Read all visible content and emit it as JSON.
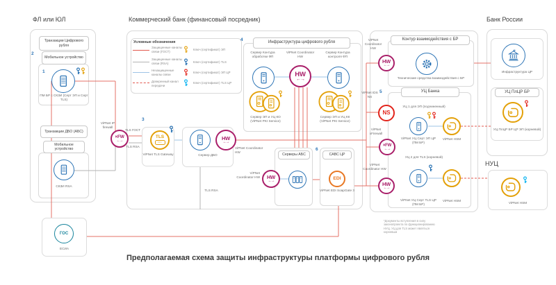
{
  "page_title": "Предполагаемая схема защиты инфраструктуры платформы цифрового рубля",
  "footnote": "*Документы вступления в силу законопроекта по функционированию НУЦ. УЦ для TLS может являться корневым",
  "client": {
    "label": "ФЛ или ЮЛ",
    "num_group1": "2",
    "num_device1": "1",
    "group1_title": "Транзакции Цифрового рубля",
    "group1_device": "Мобильное устройство",
    "group1_caption": "ПМ БР с СКЗИ (Серт ЭП и Серт TLS)",
    "group2_title": "Транзакции ДБО (АБС)",
    "group2_device": "Мобильное устройство",
    "group2_caption": "СКЗИ RSA",
    "gos_glyph": "ГОС",
    "esia_caption": "ЕСИА"
  },
  "bank": {
    "label": "Коммерческий банк (финансовый посредник)",
    "legend": {
      "title": "Условные обозначения",
      "lines": [
        {
          "label": "Защищенные каналы связи (ГОСТ)"
        },
        {
          "label": "Защищенные каналы связи (RSA)"
        },
        {
          "label": "Незащищенные каналы связи"
        },
        {
          "label": "Доверенный канал передачи"
        }
      ],
      "keys": [
        {
          "label": "Ключ (сертификат) ЭП"
        },
        {
          "label": "Ключ (сертификат) TLS"
        },
        {
          "label": "Ключ (сертификат) ЭП ЦР"
        },
        {
          "label": "Ключ (сертификат) TLS ЦР"
        }
      ]
    },
    "fw_label": "ViPNet IP firewall",
    "num_tls": "3",
    "tls_channel_top": "TLS ГОСТ",
    "tls_channel_bottom": "TLS RSA",
    "tls_caption": "ViPNet TLS Gateway",
    "dbo_caption": "Сервер ДБО",
    "dbo_hw_caption": "ViPNet Coordinator HW",
    "tls_rsa_tag": "TLS RSA",
    "infra": {
      "num": "4",
      "title": "Инфраструктура цифрового рубля",
      "server1": "Сервер Контура обработки ФП",
      "hw_label": "ViPNet Coordinator HW",
      "server2": "Сервер Контура контроля ФП",
      "pki1": "Сервер ЭП и УЦ КО (ViPNet PKI Service)",
      "pki2": "Сервер ЭП и УЦ КК (ViPNet PKI Service)"
    },
    "abs": {
      "title": "Серверы АБС",
      "hw_caption": "ViPNet Coordinator HW"
    },
    "savs": {
      "num": "6",
      "title": "САВС ЦР",
      "caption": "ViPNet EDI SoapGate 3"
    },
    "gw": {
      "hw_top_label": "ViPNet Coordinator HW",
      "ids_num": "5",
      "ids_label": "ViPNet IDS NS",
      "xfw_label": "ViPNet xFirewall",
      "hw_bottom_label": "ViPNet Coordinator HW",
      "contour_title": "Контур взаимодействия с БР",
      "contour_caption": "Технические средства взаимодействия с БР"
    },
    "uc": {
      "title": "УЦ Банка",
      "uc1_title": "УЦ 1 для ЭП (подчиненный)",
      "uc1_caption": "ViPNet УЦ Серт ЭП ЦР (ПМ БР)",
      "uc1_hsm_caption": "ViPNet HSM",
      "uc2_title": "УЦ 2 для TLS (корневой)",
      "uc2_caption": "ViPNet УЦ Серт TLS ЦР (ПМ БР)",
      "uc2_hsm_caption": "ViPNet HSM"
    }
  },
  "cbr": {
    "label": "Банк России",
    "infra_caption": "Инфраструктура ЦР",
    "uc_title": "УЦ ПлЦР БР",
    "uc_caption": "УЦ ПлЦР БР ЦР ЭП (корневой)"
  },
  "nuc": {
    "label": "НУЦ",
    "caption": "ViPNet HSM"
  },
  "glyphs": {
    "hw": "HW",
    "xfw": "×FW",
    "tls": "TLS",
    "ns": "NS",
    "edi": "EDI",
    "arrows": "←→"
  }
}
